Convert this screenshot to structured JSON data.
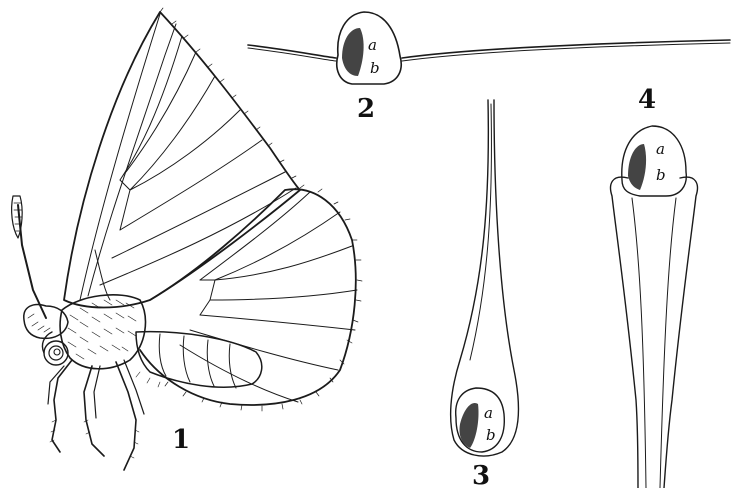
{
  "plate": {
    "figures": [
      {
        "number": "1",
        "subject": "butterfly, lateral view"
      },
      {
        "number": "2",
        "subject": "wing cross-section, scale a/b"
      },
      {
        "number": "3",
        "subject": "scale cross-section, pendant"
      },
      {
        "number": "4",
        "subject": "scale cross-section, elongated"
      }
    ],
    "letters": {
      "a": "a",
      "b": "b"
    }
  }
}
